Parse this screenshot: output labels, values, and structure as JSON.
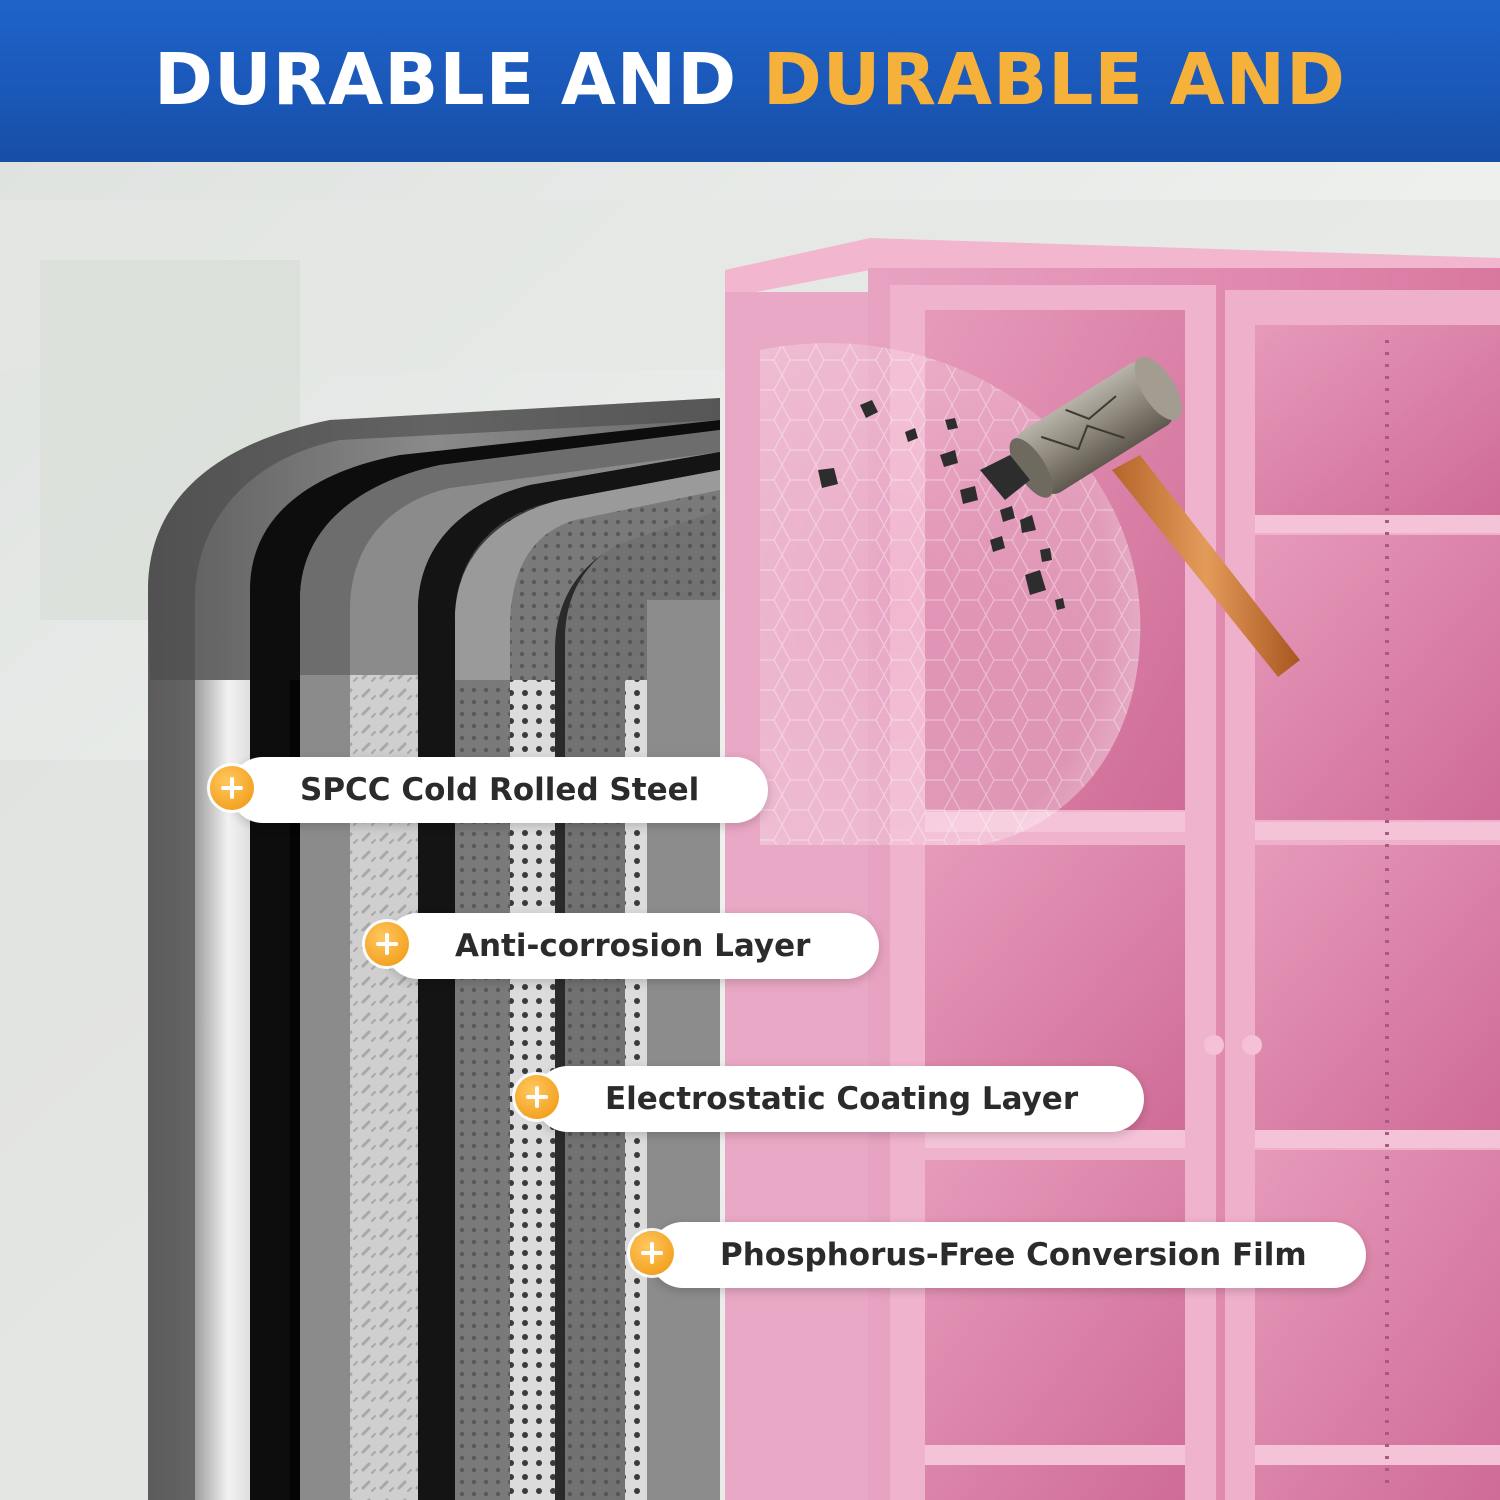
{
  "banner": {
    "title_white": "DURABLE AND",
    "title_gold": "DURABLE AND",
    "background_color": "#1b5ab9",
    "accent_color": "#f6b13a"
  },
  "layers": [
    {
      "label": "SPCC Cold Rolled Steel",
      "icon": "plus-icon"
    },
    {
      "label": "Anti-corrosion Layer",
      "icon": "plus-icon"
    },
    {
      "label": "Electrostatic Coating Layer",
      "icon": "plus-icon"
    },
    {
      "label": "Phosphorus-Free Conversion Film",
      "icon": "plus-icon"
    }
  ],
  "product": {
    "cabinet_color": "#e88fb5",
    "badge_color": "#f4a424"
  }
}
